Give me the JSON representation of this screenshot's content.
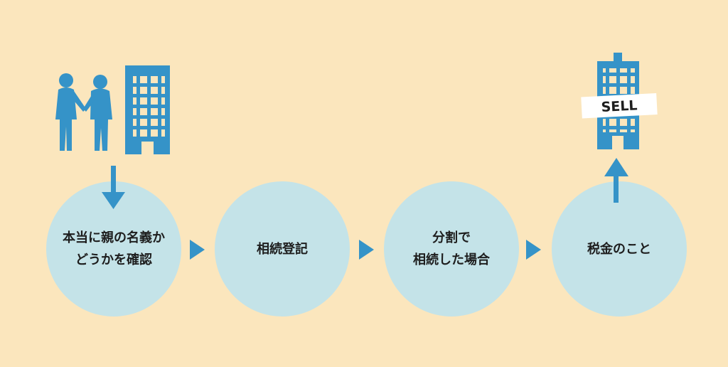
{
  "colors": {
    "background": "#fbe6bd",
    "circle": "#c4e3e8",
    "accent": "#3593c8",
    "text": "#1e1e1e"
  },
  "icons": [
    "elderly-couple-icon",
    "apartment-building-icon",
    "sold-building-icon"
  ],
  "steps": [
    {
      "lines": [
        "本当に親の名義か",
        "どうかを確認"
      ]
    },
    {
      "lines": [
        "相続登記"
      ]
    },
    {
      "lines": [
        "分割で",
        "相続した場合"
      ]
    },
    {
      "lines": [
        "税金のこと"
      ]
    }
  ],
  "sell_sign": {
    "label": "SELL"
  }
}
